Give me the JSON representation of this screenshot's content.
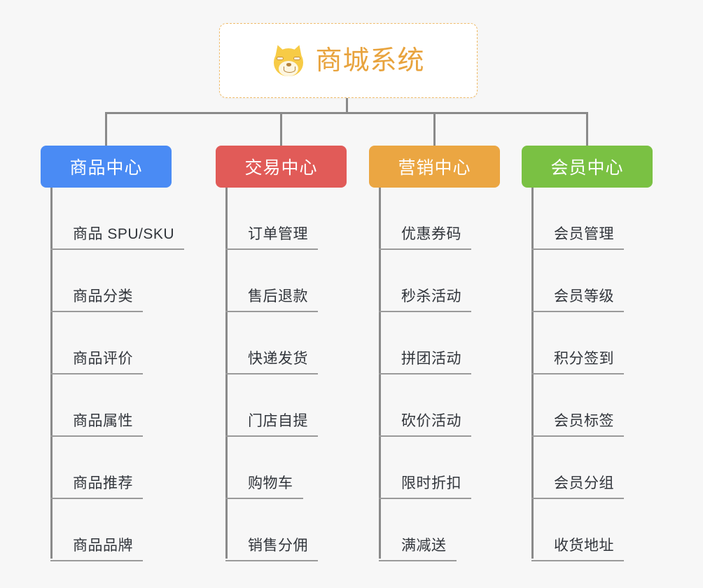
{
  "diagram": {
    "title": "商城系统",
    "root": {
      "label": "商城系统",
      "icon": "shiba-dog-emoji",
      "text_color": "#e8a33d",
      "border_color": "#f0bc6a",
      "background": "#ffffff"
    },
    "connector_color": "#8a8a8a",
    "background": "#f7f7f7",
    "categories": [
      {
        "label": "商品中心",
        "color": "#4a8bf4",
        "items": [
          "商品 SPU/SKU",
          "商品分类",
          "商品评价",
          "商品属性",
          "商品推荐",
          "商品品牌"
        ]
      },
      {
        "label": "交易中心",
        "color": "#e15b58",
        "items": [
          "订单管理",
          "售后退款",
          "快递发货",
          "门店自提",
          "购物车",
          "销售分佣"
        ]
      },
      {
        "label": "营销中心",
        "color": "#eba642",
        "items": [
          "优惠券码",
          "秒杀活动",
          "拼团活动",
          "砍价活动",
          "限时折扣",
          "满减送"
        ]
      },
      {
        "label": "会员中心",
        "color": "#7ac143",
        "items": [
          "会员管理",
          "会员等级",
          "积分签到",
          "会员标签",
          "会员分组",
          "收货地址"
        ]
      }
    ]
  }
}
